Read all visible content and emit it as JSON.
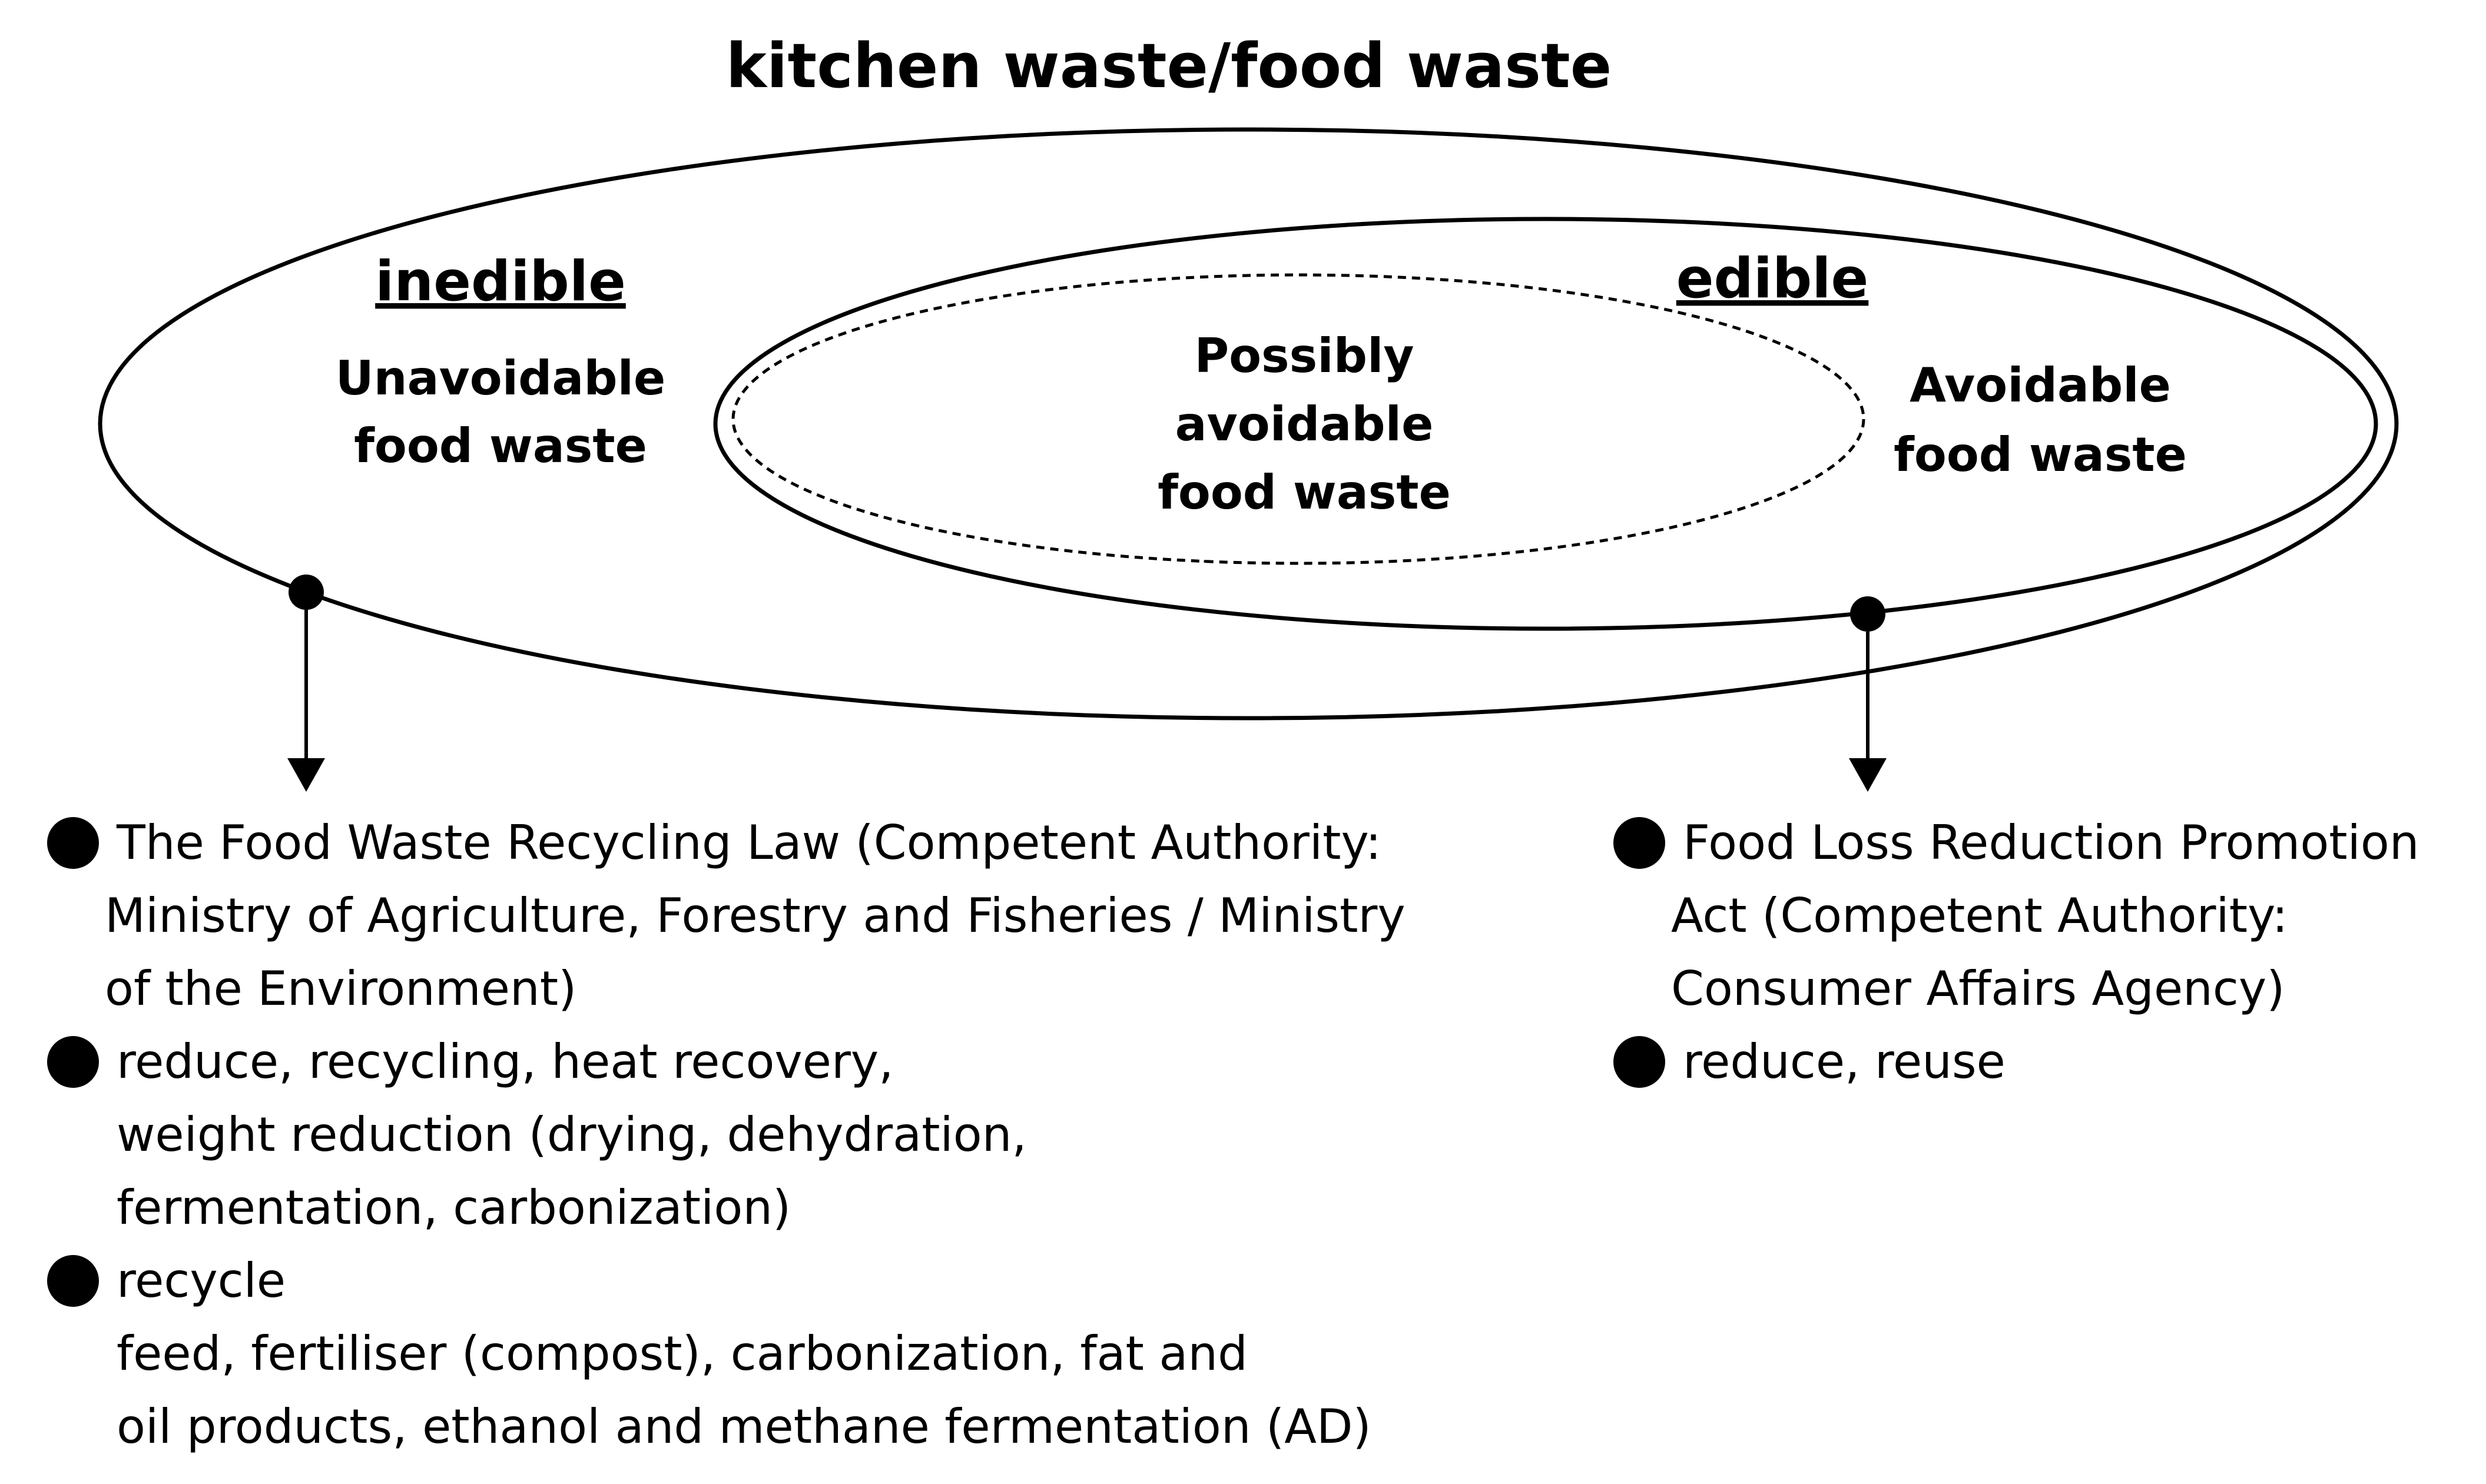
{
  "title": "kitchen waste/food waste",
  "regions": {
    "inedible": {
      "header": "inedible",
      "lines": [
        "Unavoidable",
        "food waste"
      ]
    },
    "edible": {
      "header": "edible",
      "lines": [
        "Avoidable",
        "food waste"
      ]
    },
    "possibly": {
      "lines": [
        "Possibly",
        "avoidable",
        "food waste"
      ]
    }
  },
  "left_notes": [
    {
      "lines": [
        "The Food Waste Recycling Law (Competent Authority:",
        "Ministry of Agriculture, Forestry and Fisheries / Ministry",
        "of the Environment)"
      ]
    },
    {
      "lines": [
        "reduce, recycling, heat recovery,",
        "weight reduction (drying, dehydration,",
        "fermentation, carbonization)"
      ]
    },
    {
      "lines": [
        "recycle",
        "feed, fertiliser (compost), carbonization, fat and",
        "oil products, ethanol and methane fermentation (AD)"
      ]
    }
  ],
  "right_notes": [
    {
      "lines": [
        "Food Loss Reduction Promotion",
        "Act (Competent Authority:",
        "Consumer Affairs Agency)"
      ]
    },
    {
      "lines": [
        "reduce, reuse"
      ]
    }
  ]
}
